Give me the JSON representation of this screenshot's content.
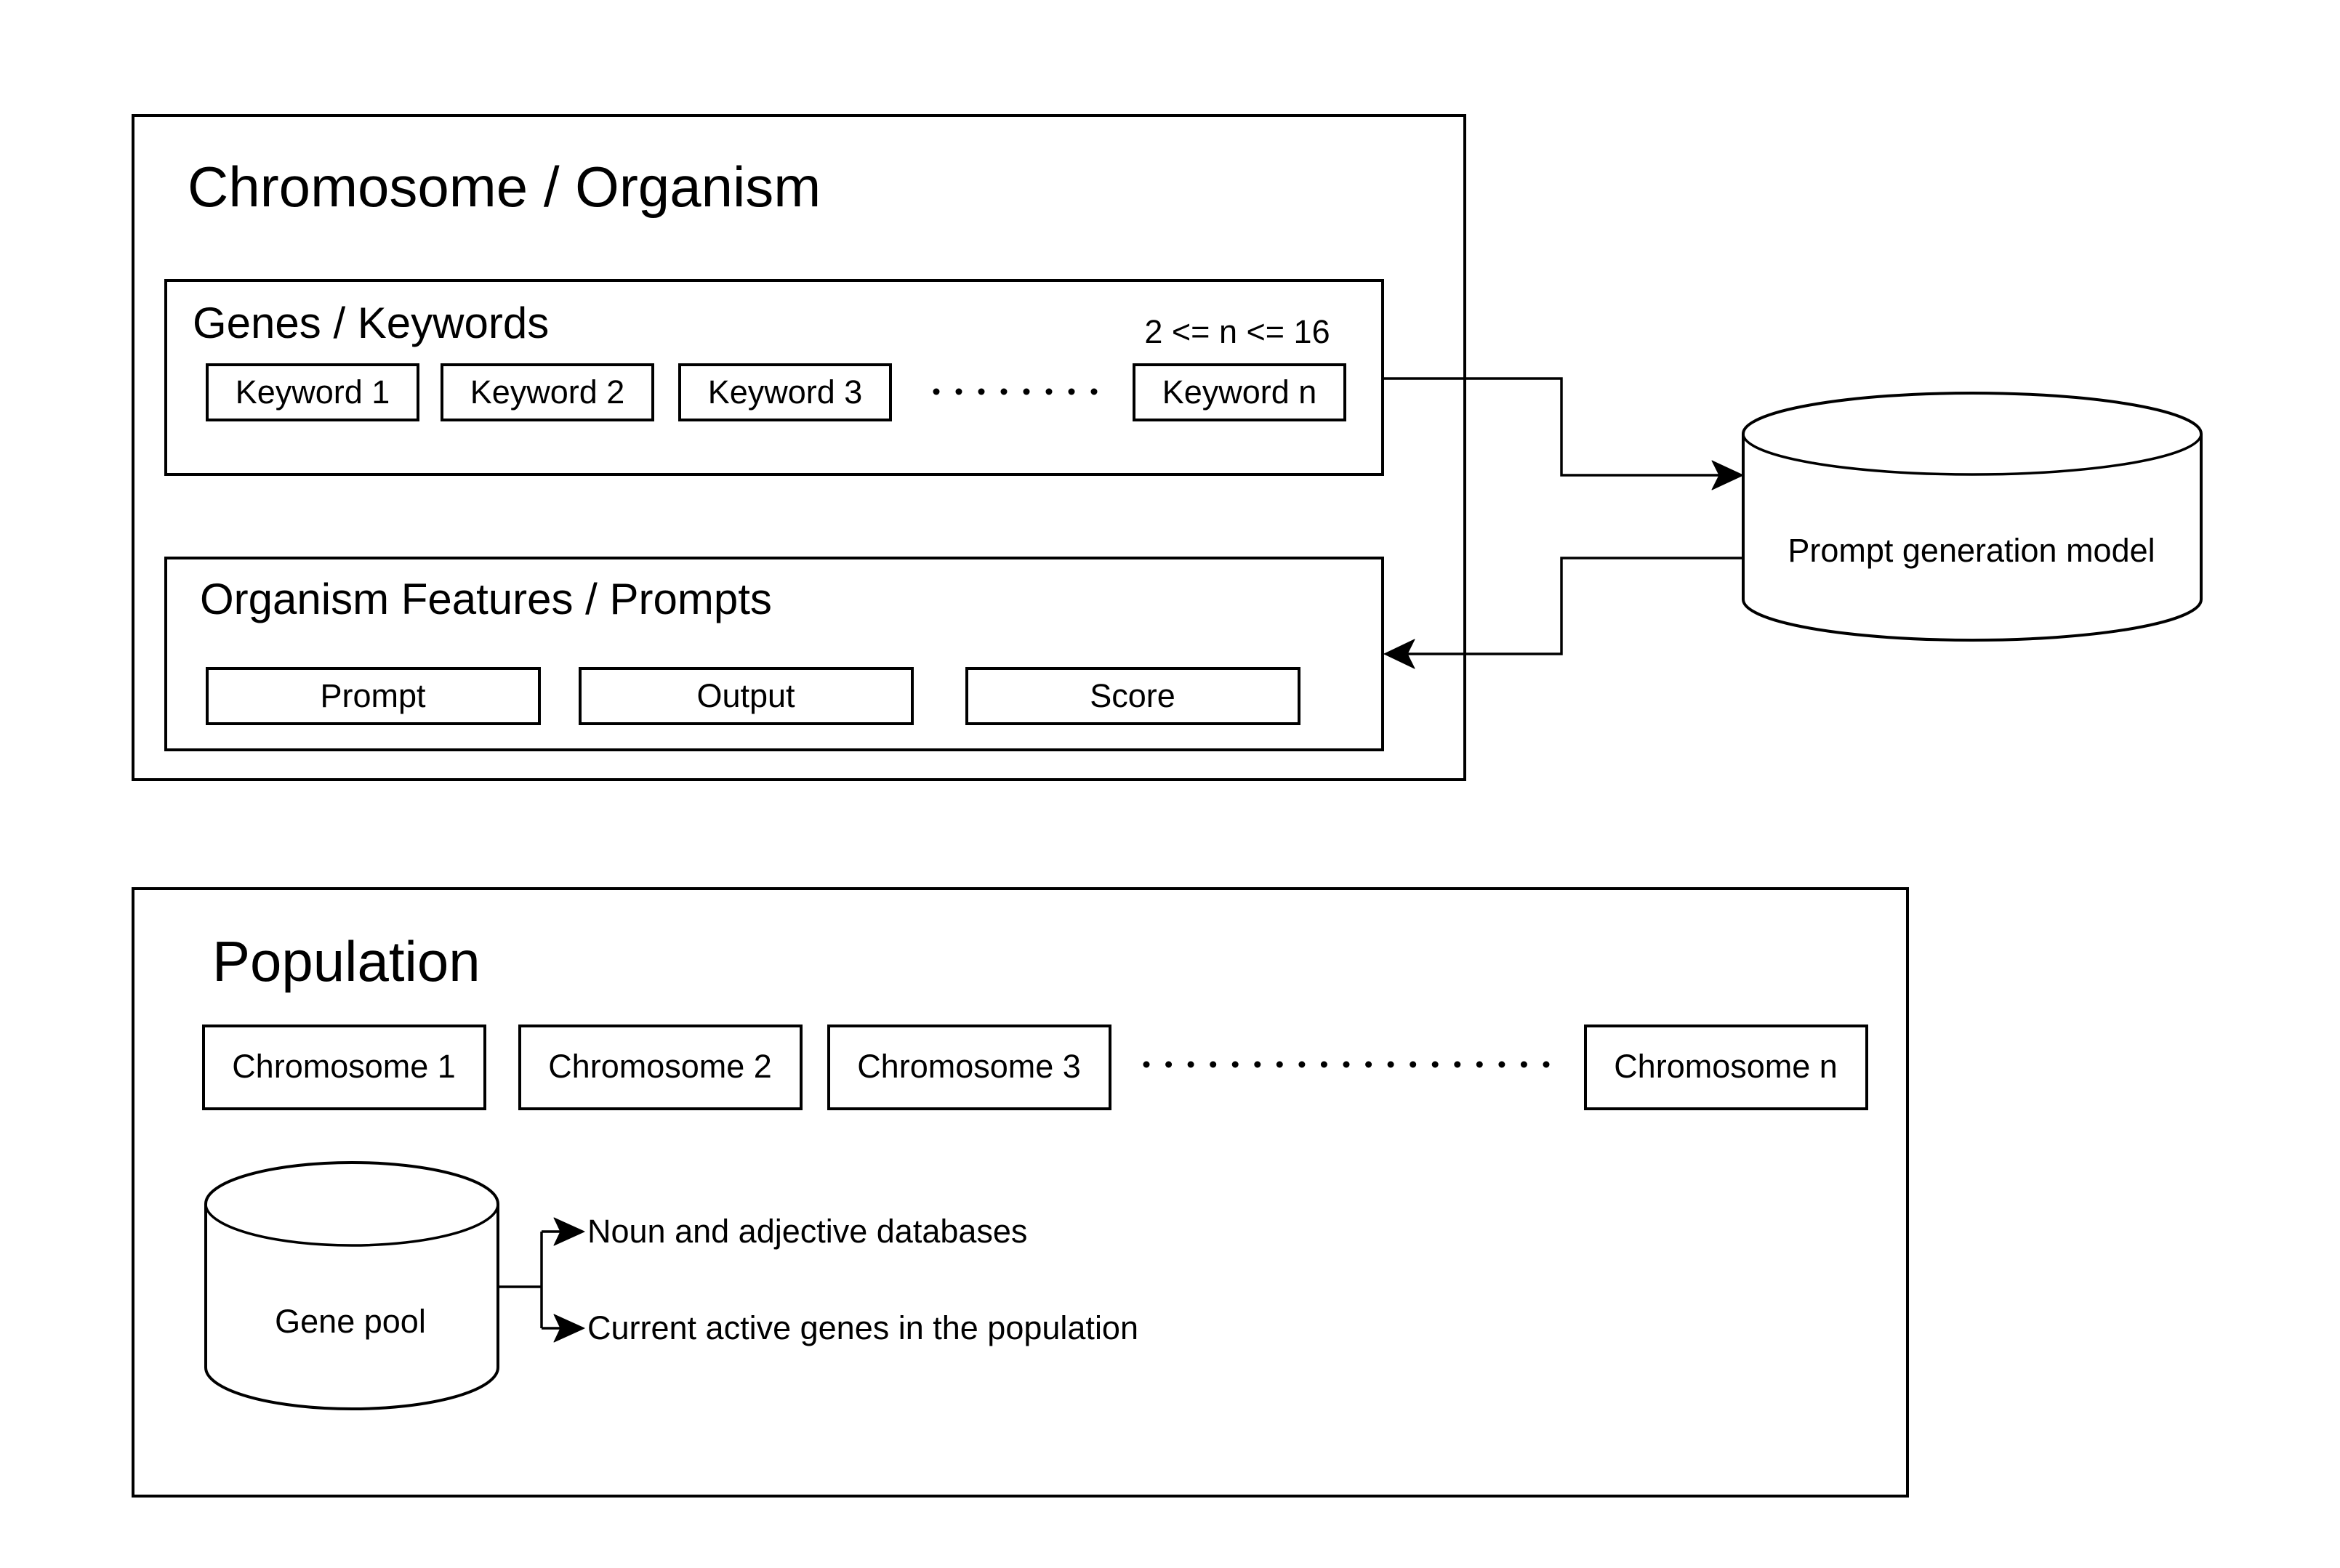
{
  "chromosome_panel": {
    "title": "Chromosome / Organism",
    "genes": {
      "title": "Genes / Keywords",
      "constraint": "2 <= n <= 16",
      "keywords": [
        "Keyword 1",
        "Keyword 2",
        "Keyword 3",
        "Keyword n"
      ]
    },
    "features": {
      "title": "Organism Features / Prompts",
      "fields": [
        "Prompt",
        "Output",
        "Score"
      ]
    }
  },
  "model": {
    "label": "Prompt generation model"
  },
  "population_panel": {
    "title": "Population",
    "chromosomes": [
      "Chromosome 1",
      "Chromosome 2",
      "Chromosome 3",
      "Chromosome n"
    ],
    "gene_pool": {
      "label": "Gene pool",
      "sources": [
        "Noun and adjective databases",
        "Current active genes in the population"
      ]
    }
  }
}
